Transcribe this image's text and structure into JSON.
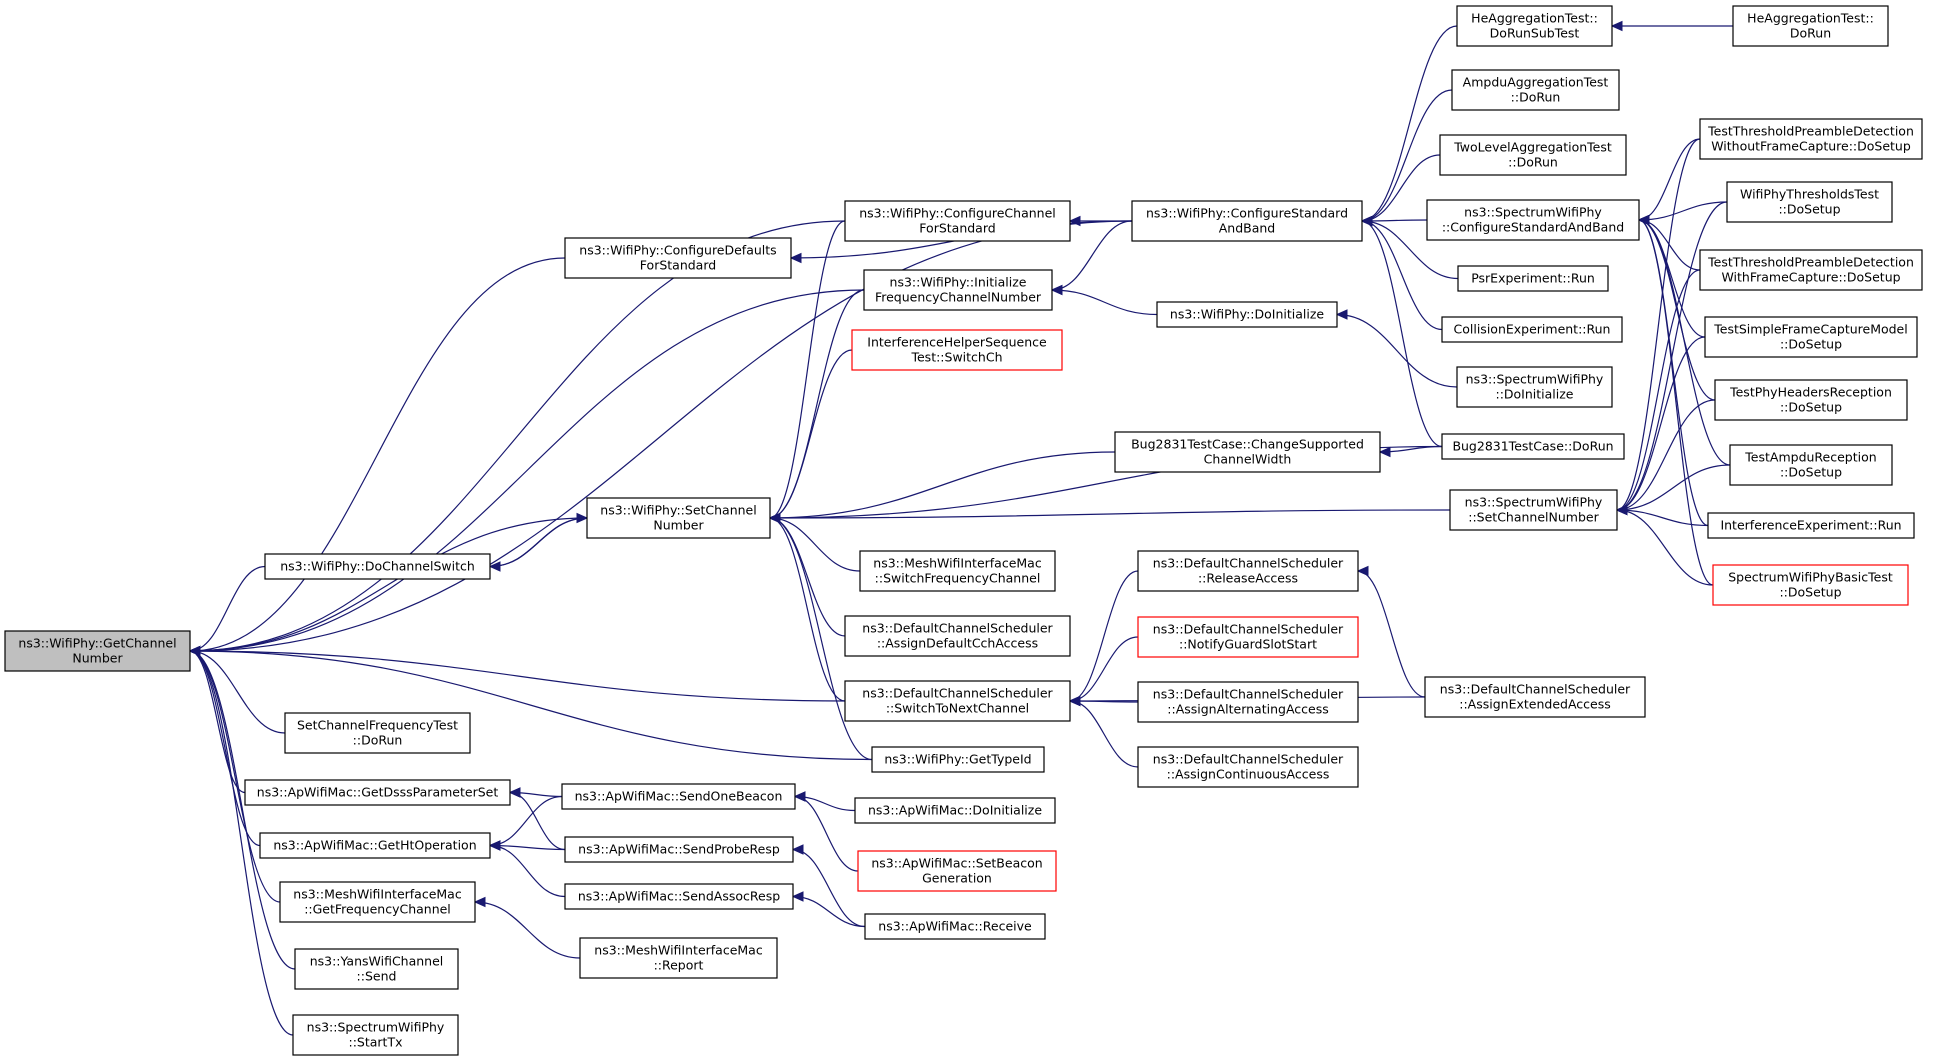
{
  "diagram": {
    "kind": "doxygen-caller-graph",
    "colors": {
      "edge": "#191970",
      "root_fill": "#bfbfbf",
      "node_border": "#000000",
      "truncated_border": "#ff0000"
    },
    "nodes": [
      {
        "id": "getchannelnumber",
        "lines": [
          "ns3::WifiPhy::GetChannel",
          "Number"
        ],
        "style": "root"
      },
      {
        "id": "setchannelnumber",
        "lines": [
          "ns3::WifiPhy::SetChannel",
          "Number"
        ]
      },
      {
        "id": "configuredefaults",
        "lines": [
          "ns3::WifiPhy::ConfigureDefaults",
          "ForStandard"
        ]
      },
      {
        "id": "configurechannel",
        "lines": [
          "ns3::WifiPhy::ConfigureChannel",
          "ForStandard"
        ]
      },
      {
        "id": "initfreq",
        "lines": [
          "ns3::WifiPhy::Initialize",
          "FrequencyChannelNumber"
        ]
      },
      {
        "id": "interferencehelper",
        "lines": [
          "InterferenceHelperSequence",
          "Test::SwitchCh"
        ],
        "style": "red"
      },
      {
        "id": "dochannelswitch",
        "lines": [
          "ns3::WifiPhy::DoChannelSwitch"
        ]
      },
      {
        "id": "setchanfreqtest",
        "lines": [
          "SetChannelFrequencyTest",
          "::DoRun"
        ]
      },
      {
        "id": "getdsss",
        "lines": [
          "ns3::ApWifiMac::GetDsssParameterSet"
        ]
      },
      {
        "id": "gethtop",
        "lines": [
          "ns3::ApWifiMac::GetHtOperation"
        ]
      },
      {
        "id": "meshgetfreq",
        "lines": [
          "ns3::MeshWifiInterfaceMac",
          "::GetFrequencyChannel"
        ]
      },
      {
        "id": "yanssend",
        "lines": [
          "ns3::YansWifiChannel",
          "::Send"
        ]
      },
      {
        "id": "spectrumstarttx",
        "lines": [
          "ns3::SpectrumWifiPhy",
          "::StartTx"
        ]
      },
      {
        "id": "sendonebeacon",
        "lines": [
          "ns3::ApWifiMac::SendOneBeacon"
        ]
      },
      {
        "id": "sendproberesp",
        "lines": [
          "ns3::ApWifiMac::SendProbeResp"
        ]
      },
      {
        "id": "sendassocresp",
        "lines": [
          "ns3::ApWifiMac::SendAssocResp"
        ]
      },
      {
        "id": "meshreport",
        "lines": [
          "ns3::MeshWifiInterfaceMac",
          "::Report"
        ]
      },
      {
        "id": "meshswitchfreq",
        "lines": [
          "ns3::MeshWifiInterfaceMac",
          "::SwitchFrequencyChannel"
        ]
      },
      {
        "id": "assigndefaultcch",
        "lines": [
          "ns3::DefaultChannelScheduler",
          "::AssignDefaultCchAccess"
        ]
      },
      {
        "id": "switchtonext",
        "lines": [
          "ns3::DefaultChannelScheduler",
          "::SwitchToNextChannel"
        ]
      },
      {
        "id": "gettypeid",
        "lines": [
          "ns3::WifiPhy::GetTypeId"
        ]
      },
      {
        "id": "apdoinit",
        "lines": [
          "ns3::ApWifiMac::DoInitialize"
        ]
      },
      {
        "id": "setbeacongen",
        "lines": [
          "ns3::ApWifiMac::SetBeacon",
          "Generation"
        ],
        "style": "red"
      },
      {
        "id": "apreceive",
        "lines": [
          "ns3::ApWifiMac::Receive"
        ]
      },
      {
        "id": "configstdband",
        "lines": [
          "ns3::WifiPhy::ConfigureStandard",
          "AndBand"
        ]
      },
      {
        "id": "wifidoinit",
        "lines": [
          "ns3::WifiPhy::DoInitialize"
        ]
      },
      {
        "id": "bugchangewidth",
        "lines": [
          "Bug2831TestCase::ChangeSupported",
          "ChannelWidth"
        ]
      },
      {
        "id": "releaseaccess",
        "lines": [
          "ns3::DefaultChannelScheduler",
          "::ReleaseAccess"
        ]
      },
      {
        "id": "notifyguard",
        "lines": [
          "ns3::DefaultChannelScheduler",
          "::NotifyGuardSlotStart"
        ],
        "style": "red"
      },
      {
        "id": "assignalternating",
        "lines": [
          "ns3::DefaultChannelScheduler",
          "::AssignAlternatingAccess"
        ]
      },
      {
        "id": "assigncontinuous",
        "lines": [
          "ns3::DefaultChannelScheduler",
          "::AssignContinuousAccess"
        ]
      },
      {
        "id": "assignextended",
        "lines": [
          "ns3::DefaultChannelScheduler",
          "::AssignExtendedAccess"
        ]
      },
      {
        "id": "heaggsub",
        "lines": [
          "HeAggregationTest::",
          "DoRunSubTest"
        ]
      },
      {
        "id": "ampduagg",
        "lines": [
          "AmpduAggregationTest",
          "::DoRun"
        ]
      },
      {
        "id": "twolevel",
        "lines": [
          "TwoLevelAggregationTest",
          "::DoRun"
        ]
      },
      {
        "id": "spectrumconfstd",
        "lines": [
          "ns3::SpectrumWifiPhy",
          "::ConfigureStandardAndBand"
        ]
      },
      {
        "id": "psrrun",
        "lines": [
          "PsrExperiment::Run"
        ]
      },
      {
        "id": "collisionrun",
        "lines": [
          "CollisionExperiment::Run"
        ]
      },
      {
        "id": "spectrumdoinit",
        "lines": [
          "ns3::SpectrumWifiPhy",
          "::DoInitialize"
        ]
      },
      {
        "id": "bugdorun",
        "lines": [
          "Bug2831TestCase::DoRun"
        ]
      },
      {
        "id": "spectrumsetchan",
        "lines": [
          "ns3::SpectrumWifiPhy",
          "::SetChannelNumber"
        ]
      },
      {
        "id": "heaggdorun",
        "lines": [
          "HeAggregationTest::",
          "DoRun"
        ]
      },
      {
        "id": "thresholdwithout",
        "lines": [
          "TestThresholdPreambleDetection",
          "WithoutFrameCapture::DoSetup"
        ]
      },
      {
        "id": "thresholdstest",
        "lines": [
          "WifiPhyThresholdsTest",
          "::DoSetup"
        ]
      },
      {
        "id": "thresholdwith",
        "lines": [
          "TestThresholdPreambleDetection",
          "WithFrameCapture::DoSetup"
        ]
      },
      {
        "id": "simplecapture",
        "lines": [
          "TestSimpleFrameCaptureModel",
          "::DoSetup"
        ]
      },
      {
        "id": "phyheaders",
        "lines": [
          "TestPhyHeadersReception",
          "::DoSetup"
        ]
      },
      {
        "id": "ampdureception",
        "lines": [
          "TestAmpduReception",
          "::DoSetup"
        ]
      },
      {
        "id": "interferencerun",
        "lines": [
          "InterferenceExperiment::Run"
        ]
      },
      {
        "id": "spectrumbasic",
        "lines": [
          "SpectrumWifiPhyBasicTest",
          "::DoSetup"
        ],
        "style": "red"
      }
    ],
    "edges": [
      [
        "setchannelnumber",
        "getchannelnumber"
      ],
      [
        "configuredefaults",
        "getchannelnumber"
      ],
      [
        "configurechannel",
        "getchannelnumber"
      ],
      [
        "initfreq",
        "getchannelnumber"
      ],
      [
        "dochannelswitch",
        "getchannelnumber"
      ],
      [
        "setchanfreqtest",
        "getchannelnumber"
      ],
      [
        "getdsss",
        "getchannelnumber"
      ],
      [
        "gethtop",
        "getchannelnumber"
      ],
      [
        "meshgetfreq",
        "getchannelnumber"
      ],
      [
        "yanssend",
        "getchannelnumber"
      ],
      [
        "spectrumstarttx",
        "getchannelnumber"
      ],
      [
        "configstdband",
        "getchannelnumber"
      ],
      [
        "switchtonext",
        "getchannelnumber"
      ],
      [
        "gettypeid",
        "getchannelnumber"
      ],
      [
        "configurechannel",
        "setchannelnumber"
      ],
      [
        "initfreq",
        "setchannelnumber"
      ],
      [
        "interferencehelper",
        "setchannelnumber"
      ],
      [
        "dochannelswitch",
        "setchannelnumber"
      ],
      [
        "meshswitchfreq",
        "setchannelnumber"
      ],
      [
        "assigndefaultcch",
        "setchannelnumber"
      ],
      [
        "switchtonext",
        "setchannelnumber"
      ],
      [
        "gettypeid",
        "setchannelnumber"
      ],
      [
        "bugchangewidth",
        "setchannelnumber"
      ],
      [
        "spectrumsetchan",
        "setchannelnumber"
      ],
      [
        "bugdorun",
        "setchannelnumber"
      ],
      [
        "setchannelnumber",
        "dochannelswitch"
      ],
      [
        "configstdband",
        "configuredefaults"
      ],
      [
        "configstdband",
        "configurechannel"
      ],
      [
        "configstdband",
        "initfreq"
      ],
      [
        "wifidoinit",
        "initfreq"
      ],
      [
        "sendonebeacon",
        "getdsss"
      ],
      [
        "sendproberesp",
        "getdsss"
      ],
      [
        "sendonebeacon",
        "gethtop"
      ],
      [
        "sendproberesp",
        "gethtop"
      ],
      [
        "sendassocresp",
        "gethtop"
      ],
      [
        "meshreport",
        "meshgetfreq"
      ],
      [
        "apdoinit",
        "sendonebeacon"
      ],
      [
        "setbeacongen",
        "sendonebeacon"
      ],
      [
        "apreceive",
        "sendproberesp"
      ],
      [
        "apreceive",
        "sendassocresp"
      ],
      [
        "releaseaccess",
        "switchtonext"
      ],
      [
        "notifyguard",
        "switchtonext"
      ],
      [
        "assignalternating",
        "switchtonext"
      ],
      [
        "assigncontinuous",
        "switchtonext"
      ],
      [
        "assignextended",
        "switchtonext"
      ],
      [
        "assignextended",
        "releaseaccess"
      ],
      [
        "bugdorun",
        "bugchangewidth"
      ],
      [
        "heaggsub",
        "configstdband"
      ],
      [
        "ampduagg",
        "configstdband"
      ],
      [
        "twolevel",
        "configstdband"
      ],
      [
        "spectrumconfstd",
        "configstdband"
      ],
      [
        "psrrun",
        "configstdband"
      ],
      [
        "collisionrun",
        "configstdband"
      ],
      [
        "bugdorun",
        "configstdband"
      ],
      [
        "spectrumdoinit",
        "wifidoinit"
      ],
      [
        "heaggdorun",
        "heaggsub"
      ],
      [
        "thresholdwithout",
        "spectrumconfstd"
      ],
      [
        "thresholdstest",
        "spectrumconfstd"
      ],
      [
        "thresholdwith",
        "spectrumconfstd"
      ],
      [
        "simplecapture",
        "spectrumconfstd"
      ],
      [
        "phyheaders",
        "spectrumconfstd"
      ],
      [
        "ampdureception",
        "spectrumconfstd"
      ],
      [
        "interferencerun",
        "spectrumconfstd"
      ],
      [
        "spectrumbasic",
        "spectrumconfstd"
      ],
      [
        "thresholdwithout",
        "spectrumsetchan"
      ],
      [
        "thresholdstest",
        "spectrumsetchan"
      ],
      [
        "thresholdwith",
        "spectrumsetchan"
      ],
      [
        "simplecapture",
        "spectrumsetchan"
      ],
      [
        "phyheaders",
        "spectrumsetchan"
      ],
      [
        "ampdureception",
        "spectrumsetchan"
      ],
      [
        "interferencerun",
        "spectrumsetchan"
      ],
      [
        "spectrumbasic",
        "spectrumsetchan"
      ]
    ]
  }
}
